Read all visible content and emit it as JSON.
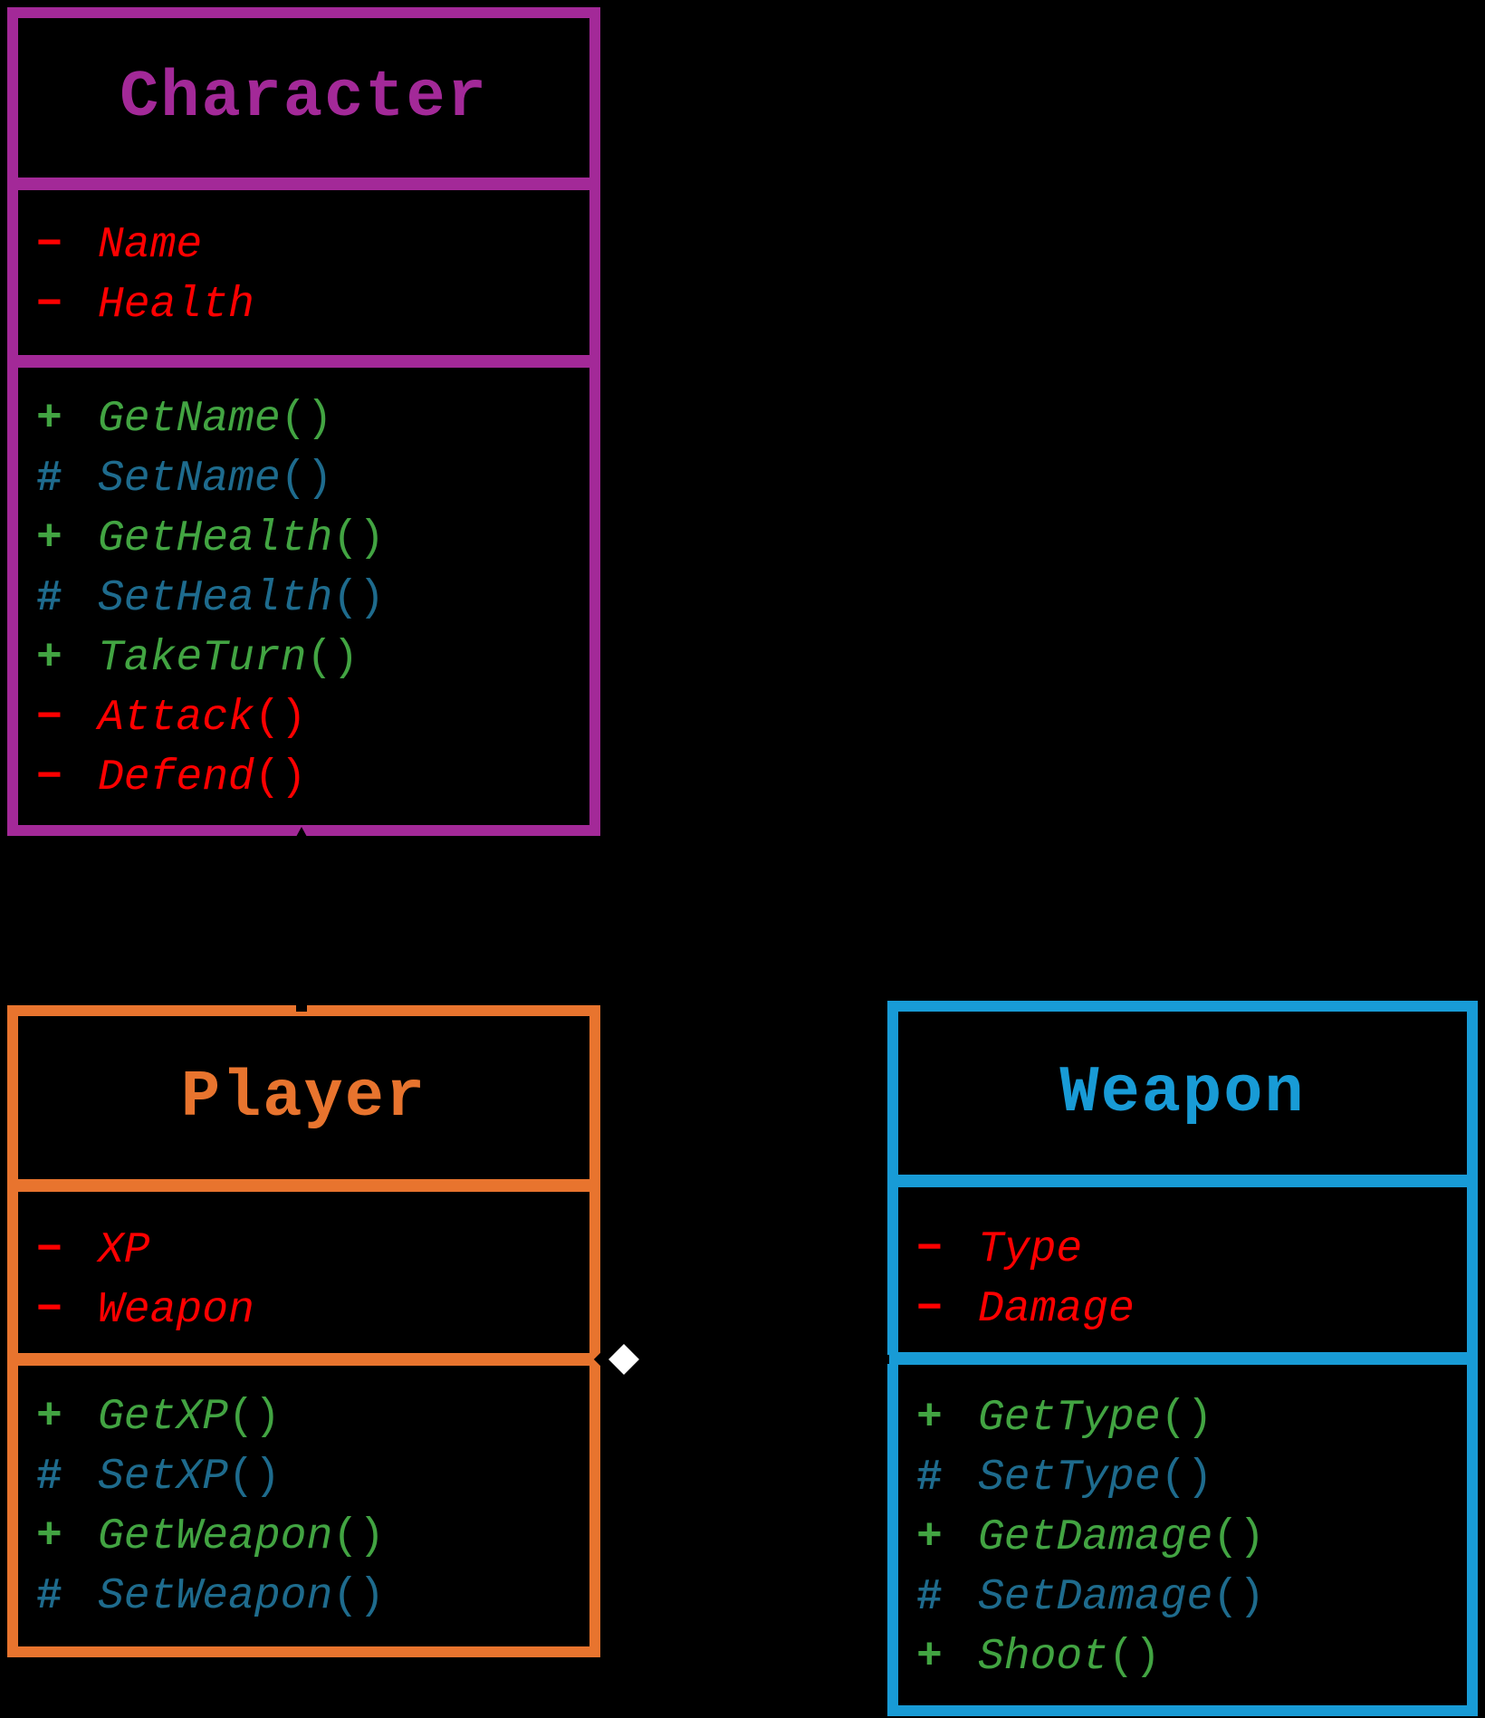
{
  "diagram": {
    "background_color": "#000000",
    "classes": [
      {
        "name": "Character",
        "accent_color": "#A32998",
        "attributes": [
          {
            "sign": "−",
            "name": "Name"
          },
          {
            "sign": "−",
            "name": "Health"
          }
        ],
        "methods": [
          {
            "sign": "+",
            "name": "GetName",
            "suffix": "()"
          },
          {
            "sign": "#",
            "name": "SetName",
            "suffix": "()"
          },
          {
            "sign": "+",
            "name": "GetHealth",
            "suffix": "()"
          },
          {
            "sign": "#",
            "name": "SetHealth",
            "suffix": "()"
          },
          {
            "sign": "+",
            "name": "TakeTurn",
            "suffix": "()"
          },
          {
            "sign": "−",
            "name": "Attack",
            "suffix": "()"
          },
          {
            "sign": "−",
            "name": "Defend",
            "suffix": "()"
          }
        ]
      },
      {
        "name": "Player",
        "accent_color": "#E8742E",
        "attributes": [
          {
            "sign": "−",
            "name": "XP"
          },
          {
            "sign": "−",
            "name": "Weapon"
          }
        ],
        "methods": [
          {
            "sign": "+",
            "name": "GetXP",
            "suffix": "()"
          },
          {
            "sign": "#",
            "name": "SetXP",
            "suffix": "()"
          },
          {
            "sign": "+",
            "name": "GetWeapon",
            "suffix": "()"
          },
          {
            "sign": "#",
            "name": "SetWeapon",
            "suffix": "()"
          }
        ]
      },
      {
        "name": "Weapon",
        "accent_color": "#189BD6",
        "attributes": [
          {
            "sign": "−",
            "name": "Type"
          },
          {
            "sign": "−",
            "name": "Damage"
          }
        ],
        "methods": [
          {
            "sign": "+",
            "name": "GetType",
            "suffix": "()"
          },
          {
            "sign": "#",
            "name": "SetType",
            "suffix": "()"
          },
          {
            "sign": "+",
            "name": "GetDamage",
            "suffix": "()"
          },
          {
            "sign": "#",
            "name": "SetDamage",
            "suffix": "()"
          },
          {
            "sign": "+",
            "name": "Shoot",
            "suffix": "()"
          }
        ]
      }
    ],
    "visibility_colors": {
      "private": "#FF0000",
      "public": "#42A442",
      "protected": "#1E6B8D"
    },
    "relations": [
      {
        "type": "inheritance",
        "from": "Player",
        "to": "Character",
        "marker": "black-arrowhead",
        "marker_color": "#000000"
      },
      {
        "type": "aggregation",
        "from": "Player",
        "to": "Weapon",
        "marker": "white-diamond",
        "marker_color": "#FFFFFF"
      }
    ]
  }
}
